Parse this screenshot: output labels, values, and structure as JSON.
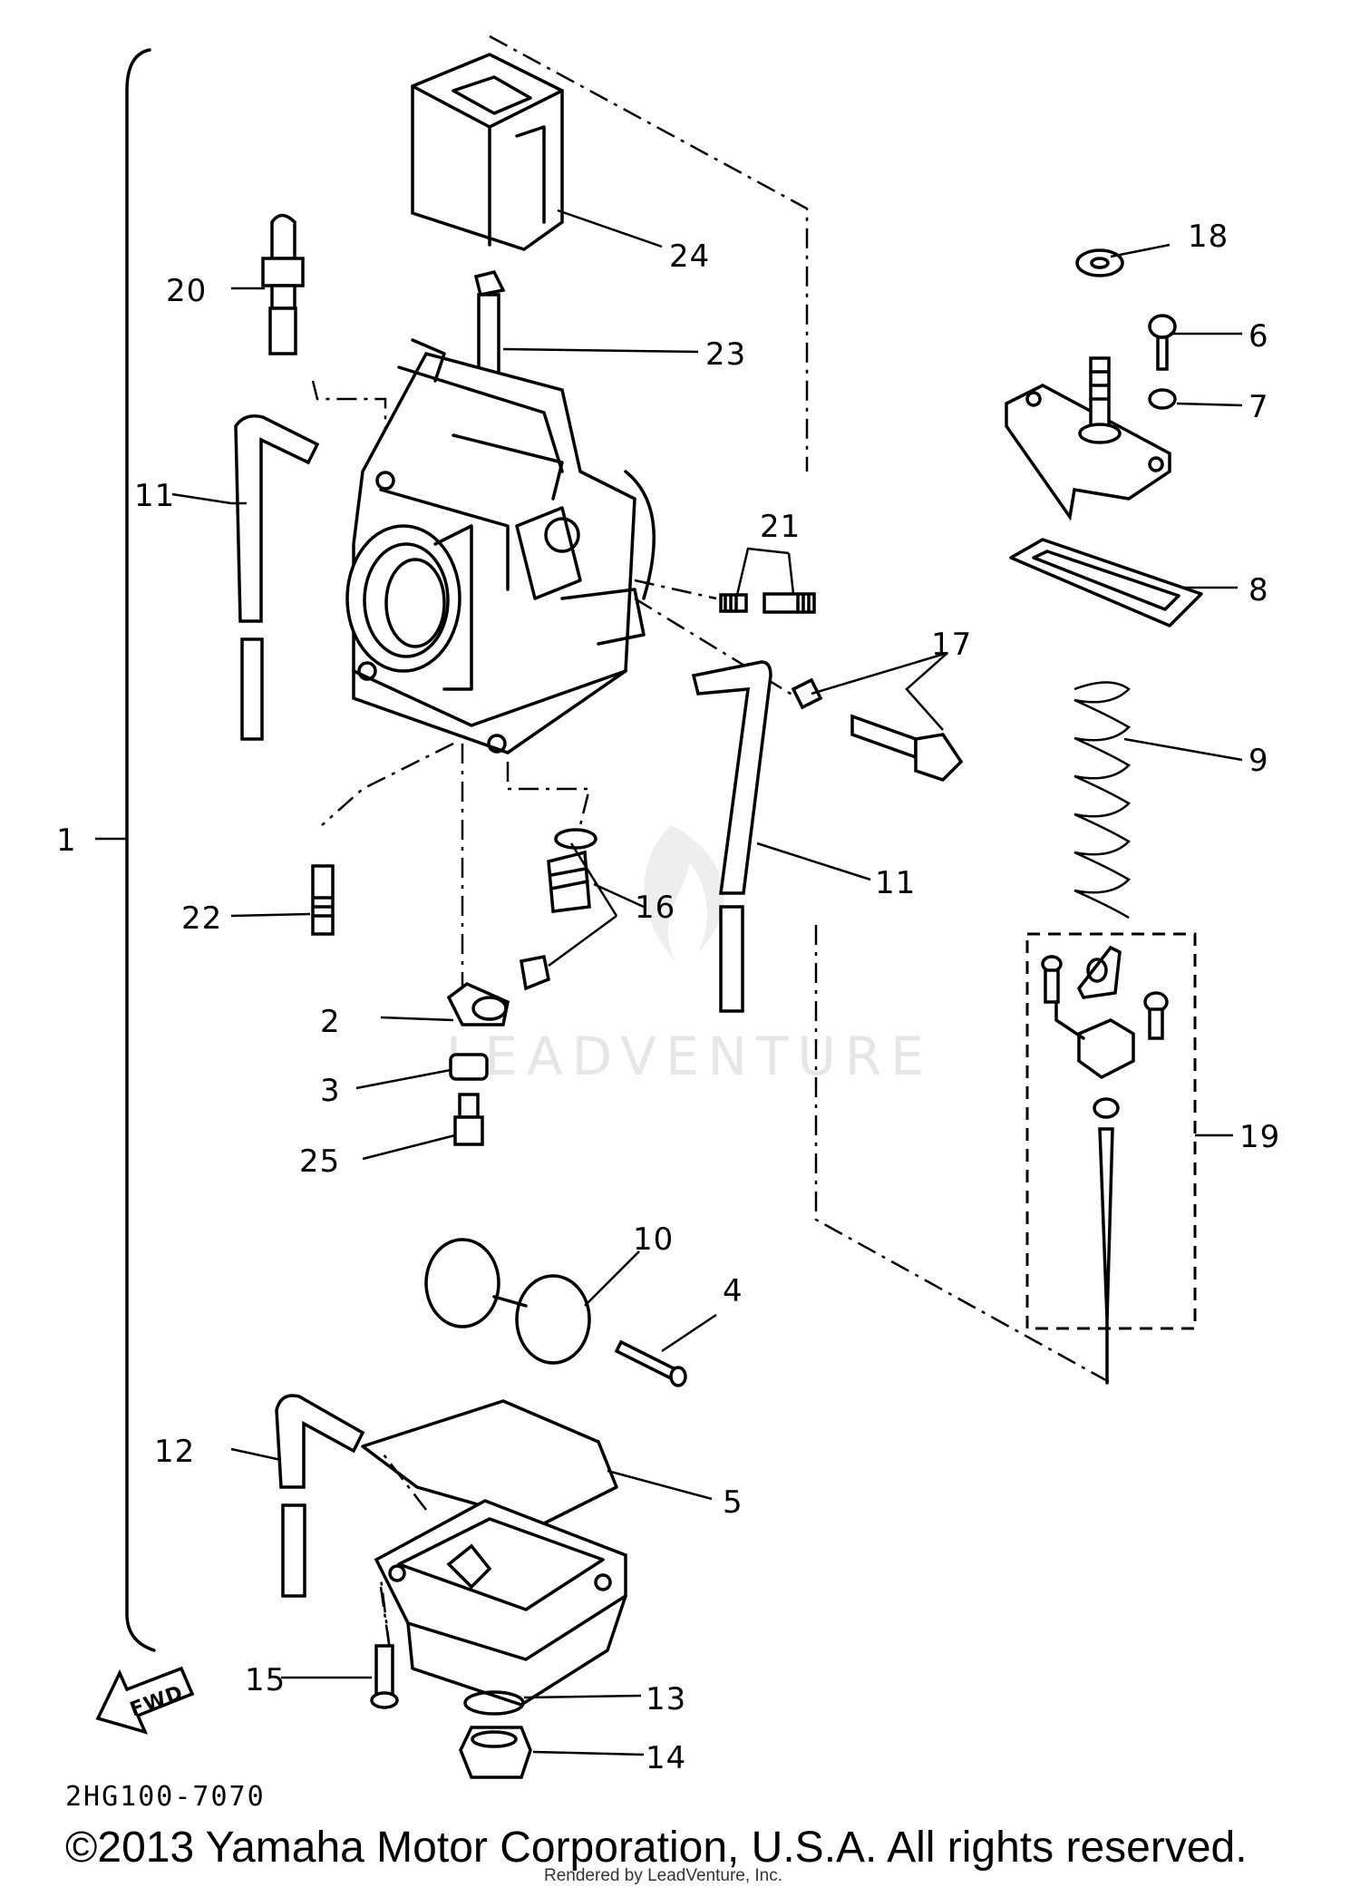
{
  "diagram": {
    "code": "2HG100-7070",
    "copyright": "©2013 Yamaha Motor Corporation, U.S.A. All rights reserved.",
    "rendered_by": "Rendered by LeadVenture, Inc.",
    "watermark": "LEADVENTURE",
    "fwd_label": "FWD"
  },
  "callouts": [
    "1",
    "2",
    "3",
    "4",
    "5",
    "6",
    "7",
    "8",
    "9",
    "10",
    "11",
    "11",
    "12",
    "13",
    "14",
    "15",
    "16",
    "17",
    "18",
    "19",
    "20",
    "21",
    "22",
    "23",
    "24",
    "25"
  ]
}
